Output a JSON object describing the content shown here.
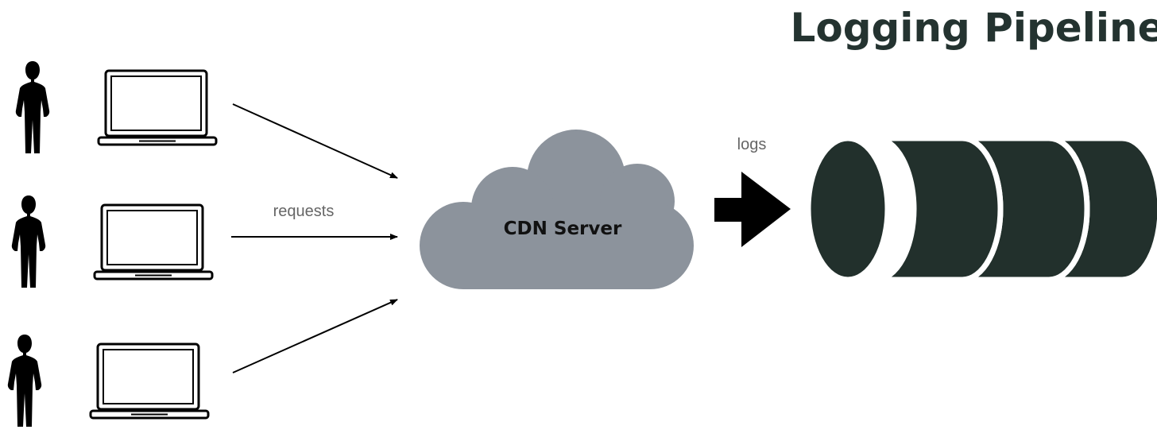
{
  "title": "Logging Pipeline",
  "cloud": {
    "label": "CDN Server",
    "color": "#8C939C"
  },
  "edge_labels": {
    "requests": "requests",
    "logs": "logs"
  },
  "clients": [
    {
      "icons": [
        "person-icon",
        "laptop-icon"
      ]
    },
    {
      "icons": [
        "person-icon",
        "laptop-icon"
      ]
    },
    {
      "icons": [
        "person-icon",
        "laptop-icon"
      ]
    }
  ],
  "colors": {
    "title": "#243330",
    "storage": "#22302C",
    "arrow": "#000000"
  }
}
